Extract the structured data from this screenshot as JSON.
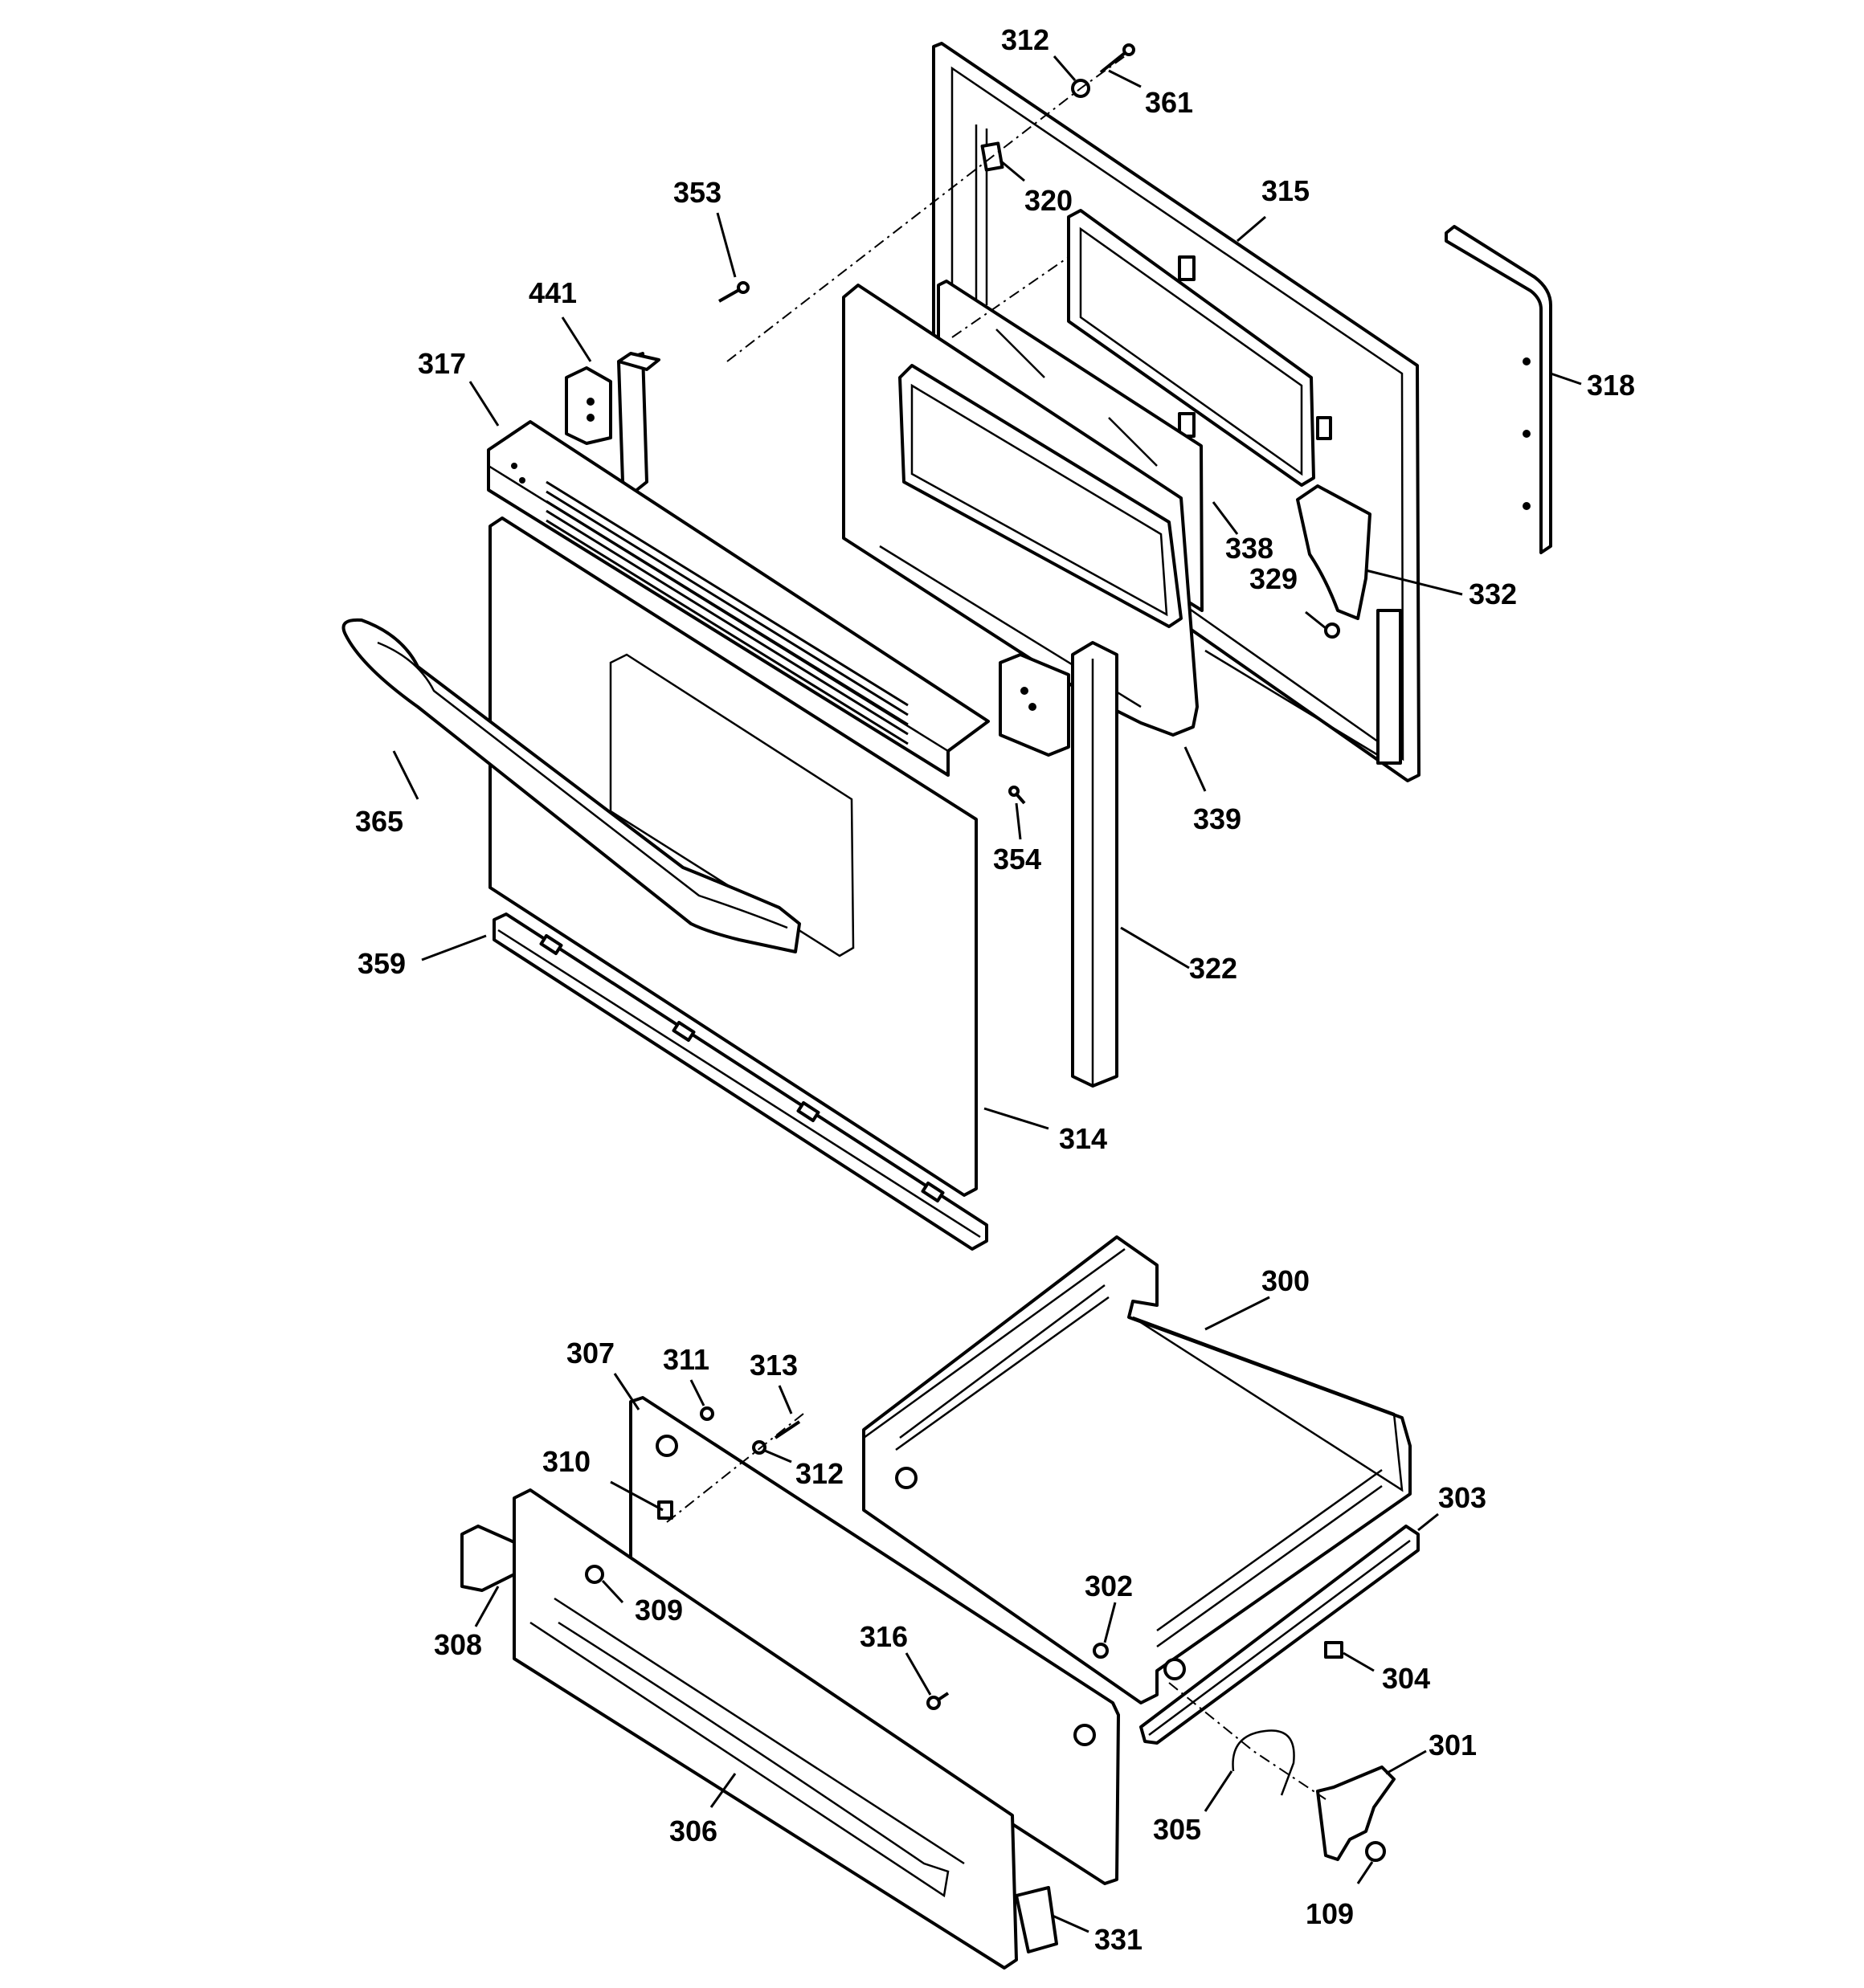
{
  "callouts": {
    "c312a": "312",
    "c361": "361",
    "c353": "353",
    "c320": "320",
    "c315": "315",
    "c441": "441",
    "c317": "317",
    "c318": "318",
    "c338": "338",
    "c329": "329",
    "c332": "332",
    "c365": "365",
    "c354": "354",
    "c339": "339",
    "c359": "359",
    "c322": "322",
    "c314": "314",
    "c300": "300",
    "c307": "307",
    "c311": "311",
    "c313": "313",
    "c310": "310",
    "c312b": "312",
    "c303": "303",
    "c302": "302",
    "c309": "309",
    "c308": "308",
    "c316": "316",
    "c304": "304",
    "c301": "301",
    "c305": "305",
    "c306": "306",
    "c109": "109",
    "c331": "331"
  }
}
